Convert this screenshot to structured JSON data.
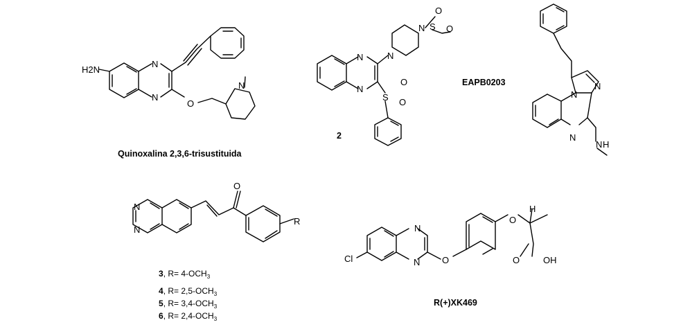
{
  "compounds": [
    {
      "name": "Quinoxalina 2,3,6-trisustituida",
      "atoms": {
        "amine": "H2N",
        "n_top": "N",
        "n_bottom": "N",
        "o": "O",
        "n_pyr": "N"
      }
    },
    {
      "name": "2",
      "atoms": {
        "n_top": "N",
        "n_bottom": "N",
        "n_pip_bottom": "N",
        "n_pip_top": "N",
        "s_sulfonyl_top": "S",
        "s_sulfonyl": "S",
        "o1": "O",
        "o2": "O",
        "o3": "O",
        "o4": "O"
      }
    },
    {
      "name": "EAPB0203",
      "atoms": {
        "n_im": "N",
        "n_bridge": "N",
        "n_quin": "N",
        "n_h": "N",
        "h": "H"
      }
    },
    {
      "name": "",
      "atoms": {
        "n1": "N",
        "n2": "N",
        "o": "O",
        "r": "R"
      }
    },
    {
      "name": "R(+)XK469",
      "atoms": {
        "n_top": "N",
        "n_bottom": "N",
        "cl": "Cl",
        "o_ether": "O",
        "o_ether2": "O",
        "h": "H",
        "o_carbonyl": "O",
        "oh": "OH"
      }
    }
  ],
  "substituent_list": [
    {
      "num": "3",
      "text": ", R= 4-OCH",
      "sub": "3"
    },
    {
      "num": "4",
      "text": ", R= 2,5-OCH",
      "sub": "3"
    },
    {
      "num": "5",
      "text": ", R= 3,4-OCH",
      "sub": "3"
    },
    {
      "num": "6",
      "text": ", R= 2,4-OCH",
      "sub": "3"
    }
  ]
}
